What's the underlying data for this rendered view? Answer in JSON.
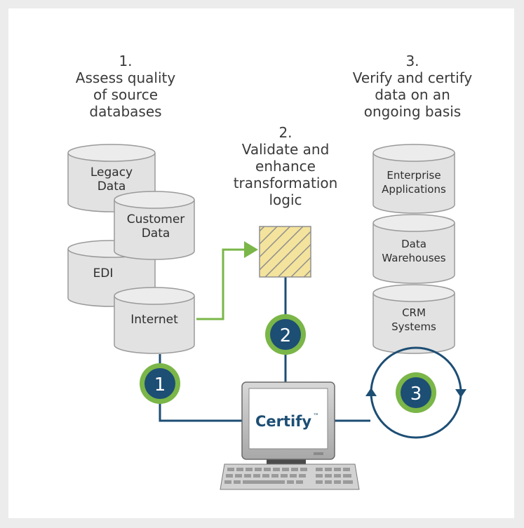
{
  "steps": {
    "step1": {
      "number": "1.",
      "line1": "Assess quality",
      "line2": "of source",
      "line3": "databases"
    },
    "step2": {
      "number": "2.",
      "line1": "Validate and",
      "line2": "enhance",
      "line3": "transformation",
      "line4": "logic"
    },
    "step3": {
      "number": "3.",
      "line1": "Verify and certify",
      "line2": "data on an",
      "line3": "ongoing basis"
    }
  },
  "sources": {
    "legacy": {
      "line1": "Legacy",
      "line2": "Data"
    },
    "customer": {
      "line1": "Customer",
      "line2": "Data"
    },
    "edi": {
      "line1": "EDI"
    },
    "internet": {
      "line1": "Internet"
    }
  },
  "targets": {
    "enterprise": {
      "line1": "Enterprise",
      "line2": "Applications"
    },
    "warehouses": {
      "line1": "Data",
      "line2": "Warehouses"
    },
    "crm": {
      "line1": "CRM",
      "line2": "Systems"
    }
  },
  "badges": {
    "b1": "1",
    "b2": "2",
    "b3": "3"
  },
  "product": {
    "name": "Certify",
    "trademark": "™"
  },
  "colors": {
    "navy": "#1d4e74",
    "green": "#7ab648",
    "cylinder_fill": "#e2e2e2",
    "cylinder_stroke": "#9a9a9a",
    "hatch_fill": "#f4e39c",
    "hatch_stroke": "#8f8f8f"
  }
}
